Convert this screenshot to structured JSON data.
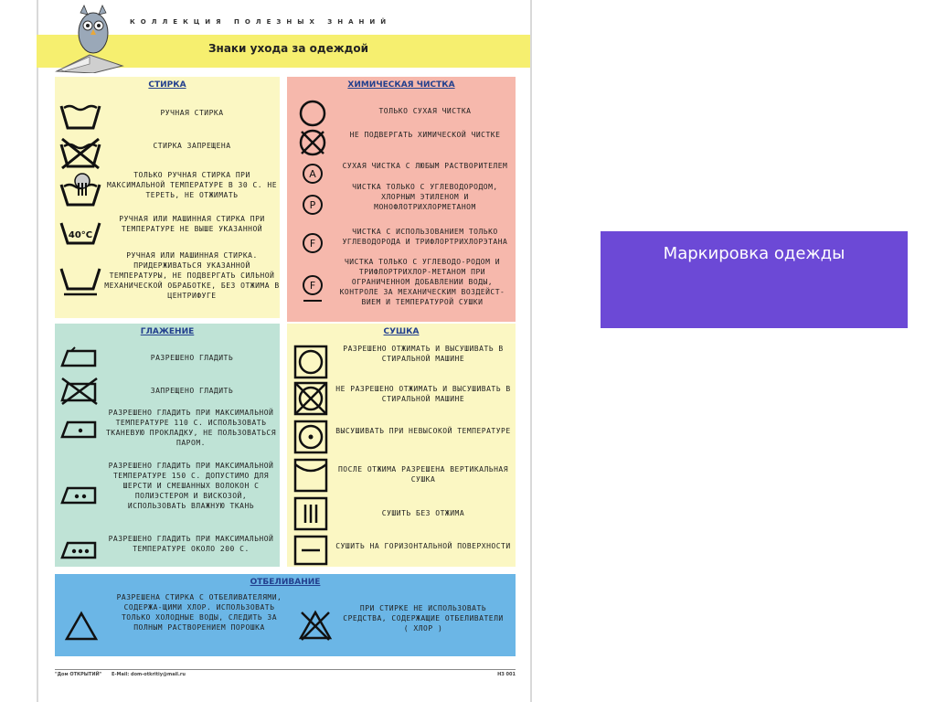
{
  "header": {
    "series": "КОЛЛЕКЦИЯ ПОЛЕЗНЫХ ЗНАНИЙ",
    "title": "Знаки ухода за одеждой"
  },
  "washing": {
    "title": "СТИРКА",
    "items": [
      "РУЧНАЯ СТИРКА",
      "СТИРКА ЗАПРЕЩЕНА",
      "ТОЛЬКО РУЧНАЯ СТИРКА ПРИ МАКСИМАЛЬНОЙ ТЕМПЕРАТУРЕ В 30 С. НЕ ТЕРЕТЬ, НЕ ОТЖИМАТЬ",
      "РУЧНАЯ ИЛИ МАШИННАЯ СТИРКА ПРИ ТЕМПЕРАТУРЕ НЕ ВЫШЕ УКАЗАННОЙ",
      "РУЧНАЯ ИЛИ МАШИННАЯ СТИРКА. ПРИДЕРЖИВАТЬСЯ УКАЗАННОЙ ТЕМПЕРАТУРЫ, НЕ ПОДВЕРГАТЬ СИЛЬНОЙ МЕХАНИЧЕСКОЙ ОБРАБОТКЕ, БЕЗ ОТЖИМА В ЦЕНТРИФУГЕ"
    ],
    "temp_label": "40°C"
  },
  "dry_cleaning": {
    "title": "ХИМИЧЕСКАЯ ЧИСТКА",
    "items": [
      "ТОЛЬКО СУХАЯ ЧИСТКА",
      "НЕ ПОДВЕРГАТЬ ХИМИЧЕСКОЙ ЧИСТКЕ",
      "СУХАЯ ЧИСТКА С ЛЮБЫМ РАСТВОРИТЕЛЕМ",
      "ЧИСТКА ТОЛЬКО С УГЛЕВОДОРОДОМ, ХЛОРНЫМ ЭТИЛЕНОМ И МОНОФЛОТРИХЛОРМЕТАНОМ",
      "ЧИСТКА С ИСПОЛЬЗОВАНИЕМ ТОЛЬКО УГЛЕВОДОРОДА И ТРИФЛОРТРИХЛОРЭТАНА",
      "ЧИСТКА ТОЛЬКО С УГЛЕВОДО-РОДОМ И ТРИФЛОРТРИХЛОР-МЕТАНОМ ПРИ ОГРАНИЧЕННОМ ДОБАВЛЕНИИ ВОДЫ, КОНТРОЛЕ ЗА МЕХАНИЧЕСКИМ ВОЗДЕЙСТ-ВИЕМ И ТЕМПЕРАТУРОЙ СУШКИ"
    ],
    "letters": [
      "A",
      "P",
      "F",
      "F"
    ]
  },
  "ironing": {
    "title": "ГЛАЖЕНИЕ",
    "items": [
      "РАЗРЕШЕНО ГЛАДИТЬ",
      "ЗАПРЕЩЕНО ГЛАДИТЬ",
      "РАЗРЕШЕНО ГЛАДИТЬ ПРИ МАКСИМАЛЬНОЙ ТЕМПЕРАТУРЕ 110 С. ИСПОЛЬЗОВАТЬ ТКАНЕВУЮ ПРОКЛАДКУ, НЕ ПОЛЬЗОВАТЬСЯ ПАРОМ.",
      "РАЗРЕШЕНО ГЛАДИТЬ ПРИ МАКСИМАЛЬНОЙ ТЕМПЕРАТУРЕ 150 С. ДОПУСТИМО ДЛЯ ШЕРСТИ И СМЕШАННЫХ ВОЛОКОН С ПОЛИЭСТЕРОМ И ВИСКОЗОЙ, ИСПОЛЬЗОВАТЬ ВЛАЖНУЮ ТКАНЬ",
      "РАЗРЕШЕНО ГЛАДИТЬ ПРИ МАКСИМАЛЬНОЙ ТЕМПЕРАТУРЕ ОКОЛО 200 С."
    ]
  },
  "drying": {
    "title": "СУШКА",
    "items": [
      "РАЗРЕШЕНО ОТЖИМАТЬ И ВЫСУШИВАТЬ В СТИРАЛЬНОЙ МАШИНЕ",
      "НЕ РАЗРЕШЕНО ОТЖИМАТЬ И ВЫСУШИВАТЬ В СТИРАЛЬНОЙ МАШИНЕ",
      "ВЫСУШИВАТЬ ПРИ НЕВЫСОКОЙ ТЕМПЕРАТУРЕ",
      "ПОСЛЕ ОТЖИМА РАЗРЕШЕНА ВЕРТИКАЛЬНАЯ СУШКА",
      "СУШИТЬ БЕЗ ОТЖИМА",
      "СУШИТЬ НА ГОРИЗОНТАЛЬНОЙ ПОВЕРХНОСТИ"
    ]
  },
  "bleaching": {
    "title": "ОТБЕЛИВАНИЕ",
    "items": [
      "РАЗРЕШЕНА СТИРКА С ОТБЕЛИВАТЕЛЯМИ, СОДЕРЖА-ЩИМИ ХЛОР. ИСПОЛЬЗОВАТЬ ТОЛЬКО ХОЛОДНЫЕ ВОДЫ, СЛЕДИТЬ ЗА ПОЛНЫМ РАСТВОРЕНИЕМ ПОРОШКА",
      "ПРИ СТИРКЕ НЕ ИСПОЛЬЗОВАТЬ СРЕДСТВА, СОДЕРЖАЩИЕ ОТБЕЛИВАТЕЛИ ( ХЛОР )"
    ]
  },
  "footer": {
    "left": "\"Дом ОТКРЫТИЙ\"",
    "middle": "E-Mail: dom-otkritiy@mail.ru",
    "right": "НЗ 001"
  },
  "overlay": {
    "title": "Маркировка одежды"
  },
  "colors": {
    "washing": "#fbf7c3",
    "dry_cleaning": "#f6b8ac",
    "ironing": "#bfe3d6",
    "drying": "#fbf7c3",
    "bleaching": "#6bb6e6",
    "title_band": "#f6ef6f",
    "overlay": "#6c49d6"
  }
}
